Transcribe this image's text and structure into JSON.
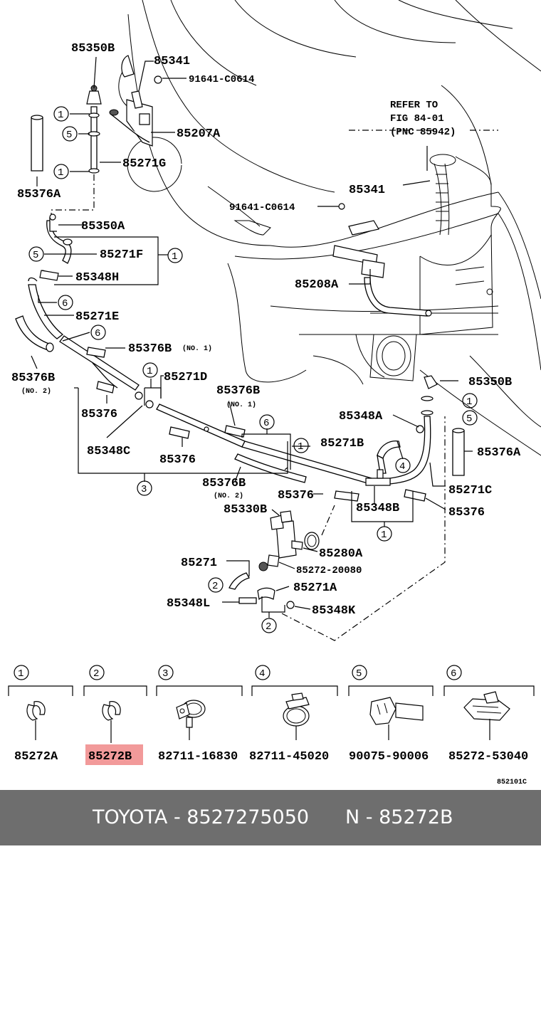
{
  "diagram": {
    "labels": {
      "p85350B_top": "85350B",
      "p85341_top": "85341",
      "p91641_top": "91641-C0614",
      "p85207A": "85207A",
      "p85271G": "85271G",
      "p85376A_left": "85376A",
      "refer1": "REFER TO",
      "refer2": "FIG 84-01",
      "refer3": "(PNC 85942)",
      "p85341_mid": "85341",
      "p91641_mid": "91641-C0614",
      "p85350A": "85350A",
      "p85271F": "85271F",
      "p85348H": "85348H",
      "p85208A": "85208A",
      "p85271E": "85271E",
      "p85376B_no1_a": "85376B",
      "no1_a": "(NO. 1)",
      "p85376B_no2_a": "85376B",
      "no2_a": "(NO. 2)",
      "p85271D": "85271D",
      "p85376_a": "85376",
      "p85376B_no1_b": "85376B",
      "no1_b": "(NO. 1)",
      "p85348C": "85348C",
      "p85376_b": "85376",
      "p85350B_right": "85350B",
      "p85348A": "85348A",
      "p85376A_right": "85376A",
      "p85271B": "85271B",
      "p85376B_no2_b": "85376B",
      "no2_b": "(NO. 2)",
      "p85376_c": "85376",
      "p85348B": "85348B",
      "p85271C": "85271C",
      "p85376_d": "85376",
      "p85330B": "85330B",
      "p85280A": "85280A",
      "p85271": "85271",
      "p85272_20080": "85272-20080",
      "p85271A": "85271A",
      "p85348L": "85348L",
      "p85348K": "85348K"
    },
    "legend": [
      {
        "num": "1",
        "part": "85272A",
        "highlight": false
      },
      {
        "num": "2",
        "part": "85272B",
        "highlight": true
      },
      {
        "num": "3",
        "part": "82711-16830",
        "highlight": false
      },
      {
        "num": "4",
        "part": "82711-45020",
        "highlight": false
      },
      {
        "num": "5",
        "part": "90075-90006",
        "highlight": false
      },
      {
        "num": "6",
        "part": "85272-53040",
        "highlight": false
      }
    ],
    "code": "852101C"
  },
  "footer": {
    "left": "TOYOTA - 8527275050",
    "right": "N - 85272B"
  },
  "colors": {
    "highlight": "#f29a9a",
    "footer_bg": "#6e6e6e",
    "footer_text": "#ffffff"
  }
}
